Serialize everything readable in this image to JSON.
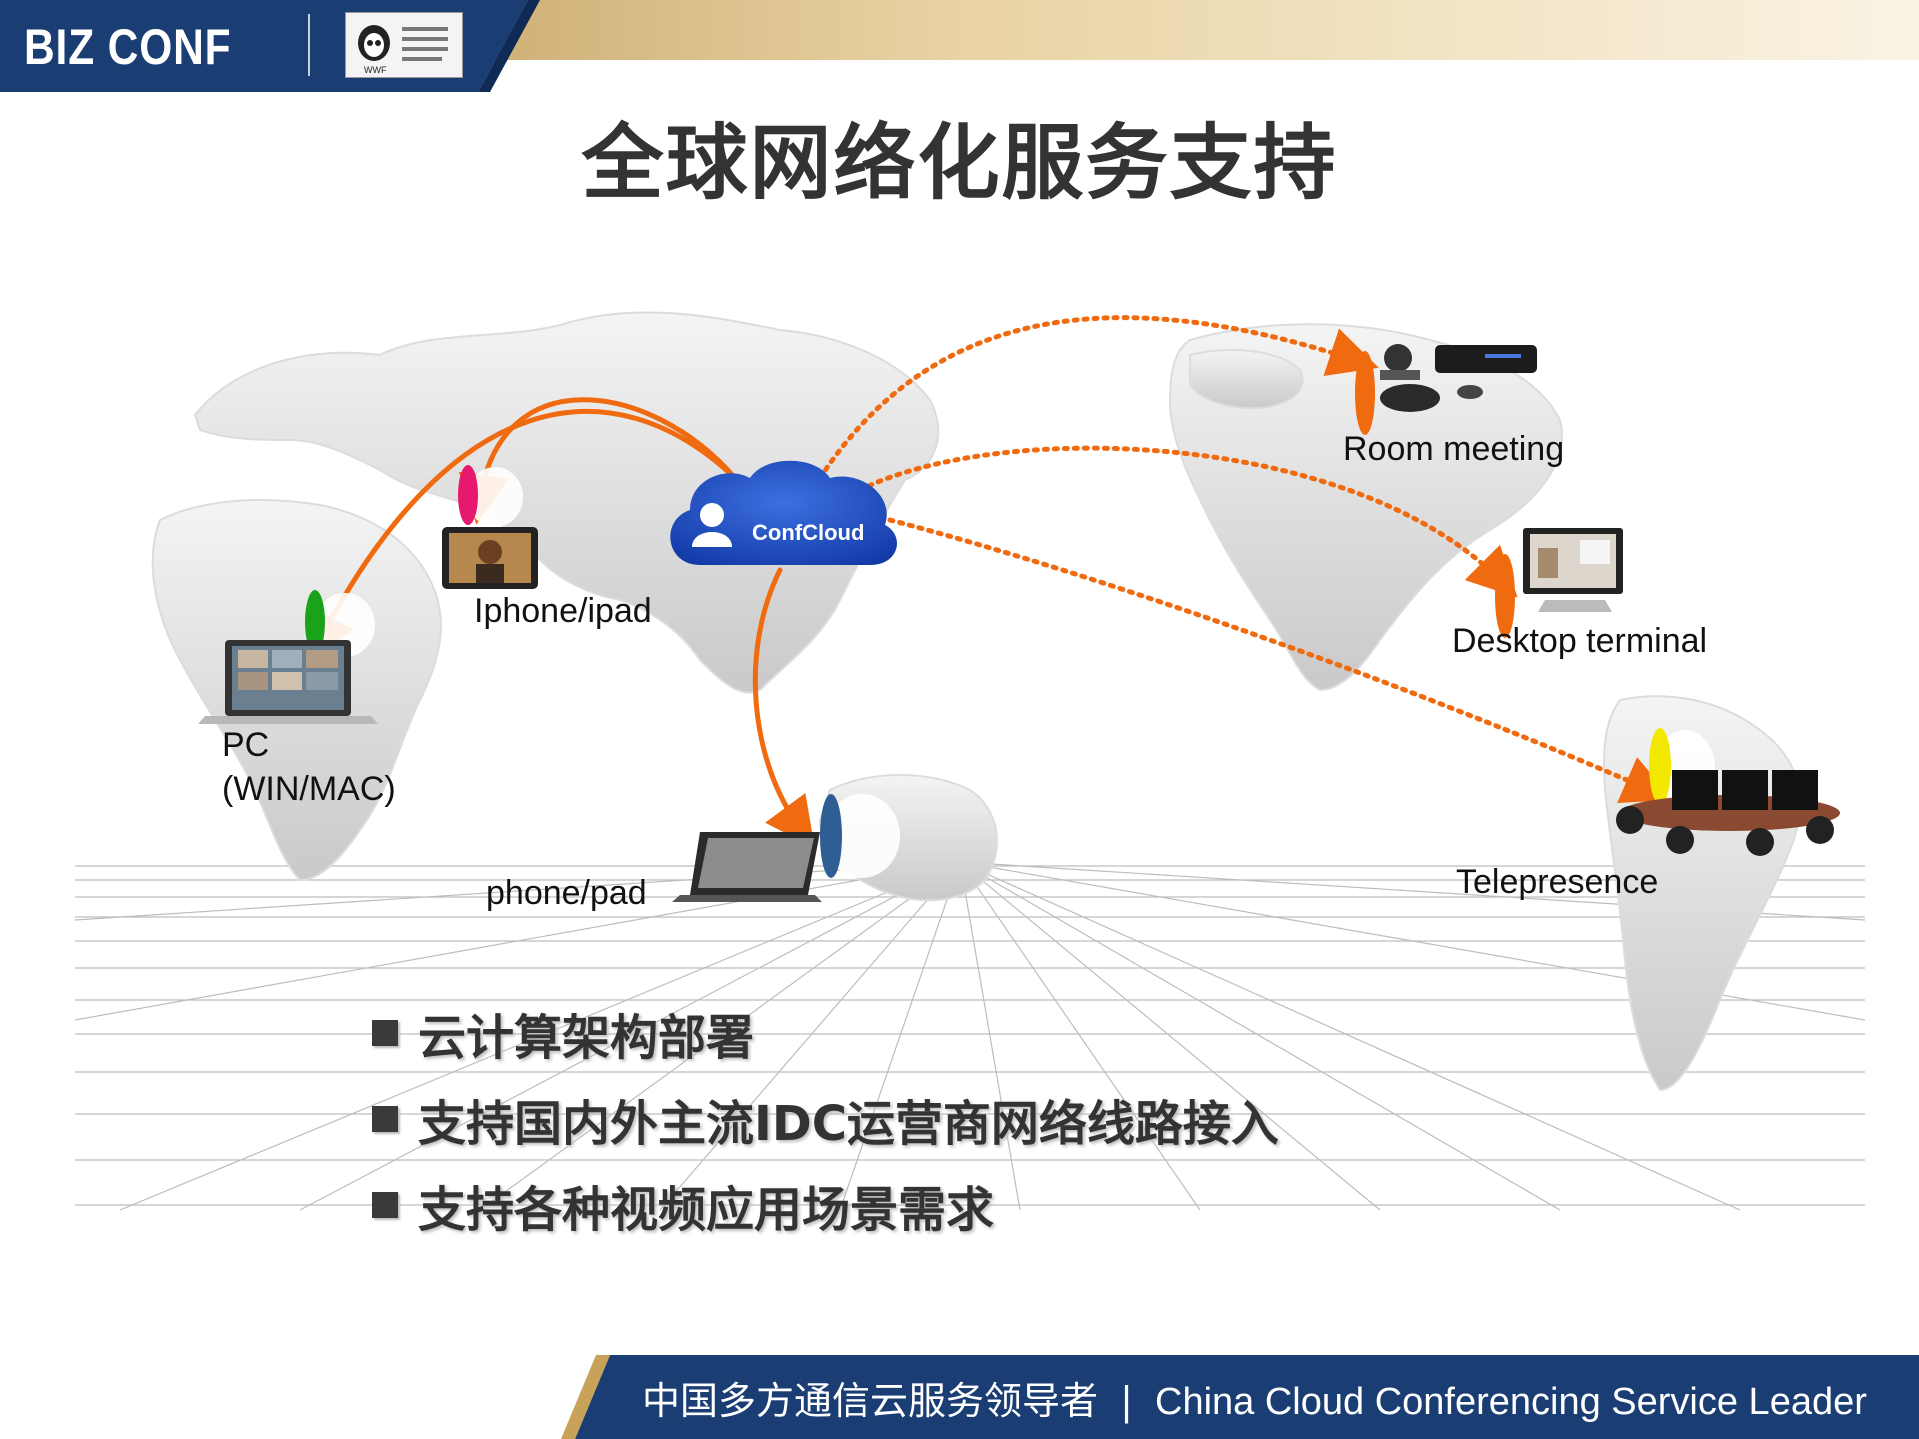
{
  "header": {
    "logo_text": "BIZ CONF",
    "partner_badge": "WWF",
    "colors": {
      "bar": "#1a3d73",
      "gold": "#c9a25a"
    }
  },
  "title": "全球网络化服务支持",
  "diagram": {
    "hub": {
      "label": "ConfCloud",
      "icon": "user-icon",
      "color": "#1f4fc8"
    },
    "endpoints": [
      {
        "id": "pc",
        "label_line1": "PC",
        "label_line2": "(WIN/MAC)",
        "marker_color": "#1aa31a",
        "link": "solid"
      },
      {
        "id": "iphone",
        "label": "Iphone/ipad",
        "marker_color": "#e6196e",
        "link": "solid"
      },
      {
        "id": "phone-pad",
        "label": "phone/pad",
        "marker_color": "#2e5e94",
        "link": "solid"
      },
      {
        "id": "room",
        "label": "Room meeting",
        "marker_color": "#f06a10",
        "link": "dotted"
      },
      {
        "id": "desktop",
        "label": "Desktop terminal",
        "marker_color": "#f06a10",
        "link": "dotted"
      },
      {
        "id": "telepresence",
        "label": "Telepresence",
        "marker_color": "#f2e800",
        "link": "dotted"
      }
    ],
    "link_color": "#f06a10"
  },
  "bullets": [
    "云计算架构部署",
    "支持国内外主流IDC运营商网络线路接入",
    "支持各种视频应用场景需求"
  ],
  "footer": {
    "slogan_cn": "中国多方通信云服务领导者",
    "separator": "|",
    "slogan_en": "China Cloud Conferencing Service Leader"
  }
}
